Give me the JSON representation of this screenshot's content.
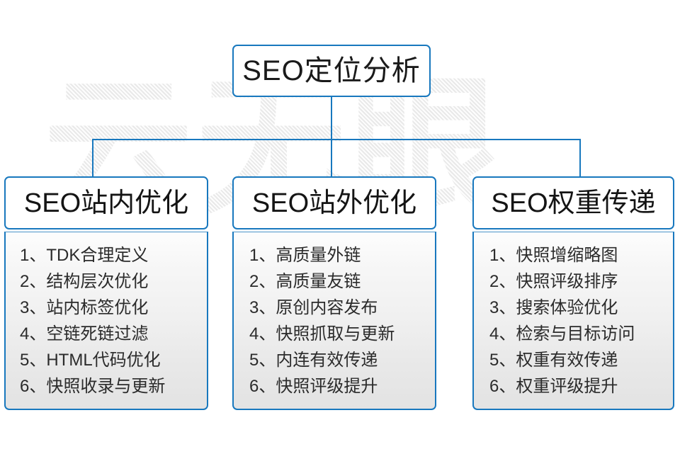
{
  "diagram": {
    "title": "SEO定位分析",
    "accent_color": "#1878be",
    "text_color": "#1a1a1a",
    "background_color": "#ffffff",
    "watermark_text": "云无眼",
    "columns": [
      {
        "heading": "SEO站内优化",
        "items": [
          "1、TDK合理定义",
          "2、结构层次优化",
          "3、站内标签优化",
          "4、空链死链过滤",
          "5、HTML代码优化",
          "6、快照收录与更新"
        ]
      },
      {
        "heading": "SEO站外优化",
        "items": [
          "1、高质量外链",
          "2、高质量友链",
          "3、原创内容发布",
          "4、快照抓取与更新",
          "5、内连有效传递",
          "6、快照评级提升"
        ]
      },
      {
        "heading": "SEO权重传递",
        "items": [
          "1、快照增缩略图",
          "2、快照评级排序",
          "3、搜索体验优化",
          "4、检索与目标访问",
          "5、权重有效传递",
          "6、权重评级提升"
        ]
      }
    ]
  }
}
